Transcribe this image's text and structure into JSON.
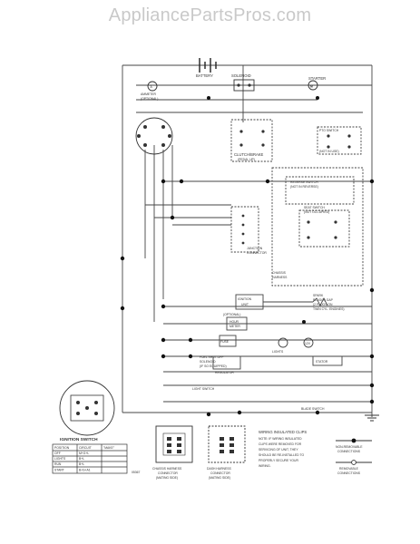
{
  "watermark": "AppliancePartsPros.com",
  "labels": {
    "battery": "BATTERY",
    "solenoid": "SOLENOID",
    "starter": "STARTER",
    "ammeter": "AMMETER",
    "ammeter_opt": "(OPTIONAL)",
    "clutch_brake": "CLUTCH/BRAKE",
    "clutch_brake_sub": "(PEDAL UP)",
    "pto_switch": "PTO SWITCH",
    "pto_switch_sub": "(NOT IN USE)",
    "reverse_switch": "REVERSE SWITCH",
    "reverse_switch_sub": "(NOT IN REVERSE)",
    "seat_switch": "SEAT SWITCH",
    "seat_switch_sub": "(NOT OCCUPIED)",
    "junction": "JUNCTION",
    "connector": "CONNECTOR",
    "chassis": "CHASSIS",
    "harness": "HARNESS",
    "ignition_unit_1": "IGNITION",
    "ignition_unit_2": "UNIT",
    "spark_1": "SPARK",
    "spark_2": "PLUG(S) GAP",
    "spark_3": "(2 PLUGS ON",
    "spark_4": "TWIN CYL. ENGINES)",
    "optional": "(OPTIONAL)",
    "hour_meter_1": "HOUR",
    "hour_meter_2": "METER",
    "fuse": "FUSE",
    "fuel_shutoff_1": "FUEL SHUT-OFF",
    "fuel_shutoff_2": "SOLENOID",
    "fuel_shutoff_3": "(IF SO EQUIPPED)",
    "regulator": "REGULATOR",
    "stator": "STATOR",
    "lights": "LIGHTS",
    "power_outlet": "12V",
    "light_switch": "LIGHT SWITCH",
    "blade_switch": "BLADE SWITCH",
    "ignition_switch": "IGNITION SWITCH",
    "chassis_harness_conn_1": "CHASSIS HARNESS",
    "chassis_harness_conn_2": "CONNECTOR",
    "chassis_harness_conn_3": "(MATING SIDE)",
    "dash_harness_conn_1": "DASH HARNESS",
    "dash_harness_conn_2": "CONNECTOR",
    "dash_harness_conn_3": "(MATING SIDE)",
    "wiring_clips_title": "WIRING INSULATED CLIPS",
    "wiring_clips_note_1": "NOTE: IF WIRING INSULATED",
    "wiring_clips_note_2": "CLIPS WERE REMOVED FOR",
    "wiring_clips_note_3": "SERVICING OF UNIT, THEY",
    "wiring_clips_note_4": "SHOULD BE RE-INSTALLED TO",
    "wiring_clips_note_5": "PROPERLY SECURE YOUR",
    "wiring_clips_note_6": "WIRING.",
    "non_removable_1": "NON-REMOVABLE",
    "non_removable_2": "CONNECTIONS",
    "removable_1": "REMOVABLE",
    "removable_2": "CONNECTIONS",
    "ign_table_head": [
      "POSITION",
      "CIRCUIT",
      "\"MAKE\""
    ],
    "ign_table_rows": [
      [
        "OFF",
        "M+G+L"
      ],
      [
        "LIGHTS",
        "B+L"
      ],
      [
        "RUN",
        "B+L"
      ],
      [
        "START",
        "B+S+A1"
      ]
    ],
    "part_no": "05367"
  }
}
